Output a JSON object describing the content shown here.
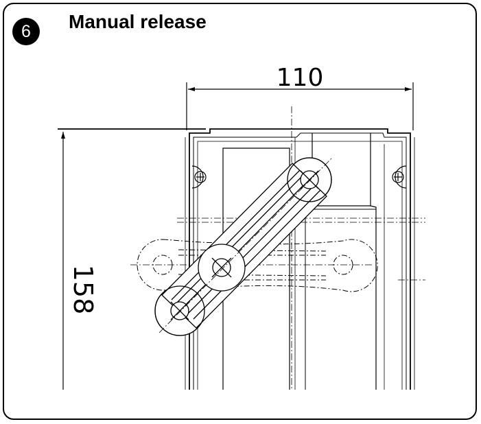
{
  "header": {
    "step_number": "6",
    "title": "Manual release"
  },
  "dimensions": {
    "width": "110",
    "height": "158"
  },
  "colors": {
    "ink": "#000000",
    "badge_bg": "#000000",
    "badge_text": "#ffffff",
    "background": "#ffffff"
  },
  "icons": {
    "screw": "screw-head-icon"
  }
}
